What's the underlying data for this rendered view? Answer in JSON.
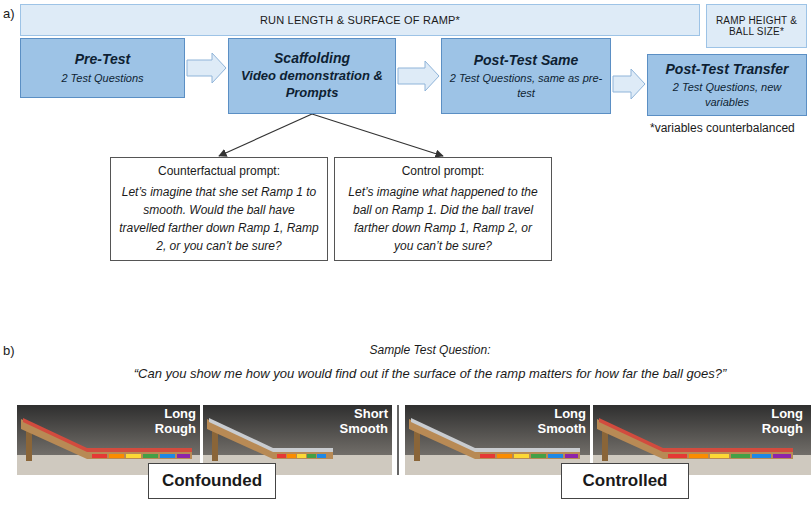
{
  "diagram": {
    "nodes": [
      {
        "text": [
          "RUN LENGTH & SURFACE OF RAMP*"
        ]
      },
      {
        "text": [
          "RAMP HEIGHT & BALL SIZE*"
        ]
      },
      {
        "text": [
          "Pre-Test",
          "2 Test Questions"
        ]
      },
      {
        "text": [
          "Scaffolding",
          "Video demonstration & Prompts"
        ]
      },
      {
        "text": [
          "Post-Test Same",
          "2 Test Questions, same as pre-test"
        ]
      },
      {
        "text": [
          "Post-Test Transfer",
          "2 Test Questions, new variables"
        ]
      },
      {
        "text": [
          "Counterfactual prompt:",
          "Let’s imagine that she set Ramp 1 to smooth. Would the ball have travelled farther down Ramp 1, Ramp 2, or you can’t be sure?"
        ]
      },
      {
        "text": [
          "Control prompt:",
          "Let’s imagine what happened to the ball on Ramp 1. Did the ball travel farther down Ramp 1, Ramp 2, or you can’t be sure?"
        ]
      },
      {
        "text": [
          "Confounded"
        ]
      },
      {
        "text": [
          "Controlled"
        ]
      }
    ],
    "edges": [
      {
        "from": 2,
        "to": 3,
        "arrow": "to"
      },
      {
        "from": 3,
        "to": 4,
        "arrow": "to"
      },
      {
        "from": 4,
        "to": 5,
        "arrow": "to"
      },
      {
        "from": 3,
        "to": 6,
        "arrow": "to"
      },
      {
        "from": 3,
        "to": 7,
        "arrow": "to"
      }
    ],
    "labels": [
      "a)",
      "*variables counterbalanced",
      "b)",
      "Sample Test Question:",
      "“Can you show me how you would find out if the surface of the ramp matters for how far the ball goes?”",
      "Long Rough",
      "Short Smooth",
      "Long Smooth",
      "Long Rough"
    ]
  }
}
